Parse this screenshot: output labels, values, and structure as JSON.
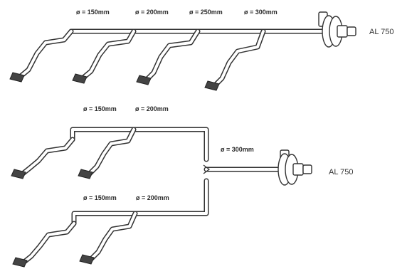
{
  "diagram_1": {
    "duct_labels": [
      "ø = 150mm",
      "ø = 200mm",
      "ø = 250mm",
      "ø = 300mm"
    ],
    "unit_label": "AL 750"
  },
  "diagram_2": {
    "upper_branch_labels": [
      "ø = 150mm",
      "ø = 200mm"
    ],
    "main_duct_label": "ø = 300mm",
    "lower_branch_labels": [
      "ø = 150mm",
      "ø = 200mm"
    ],
    "unit_label": "AL 750"
  },
  "colors": {
    "line": "#333333",
    "background": "#ffffff"
  }
}
